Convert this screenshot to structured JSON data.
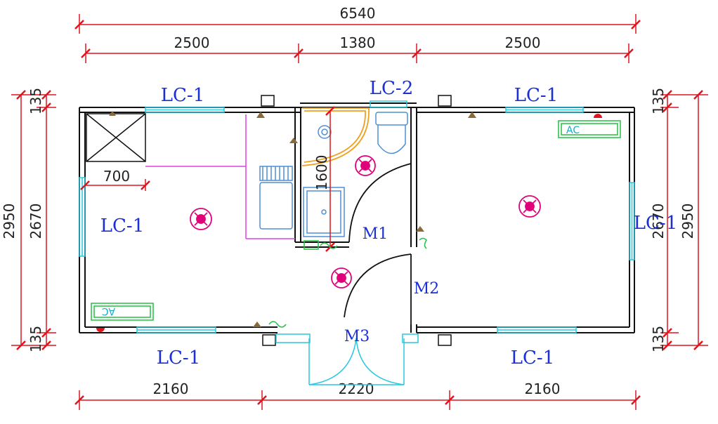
{
  "dimensions": {
    "top_total": "6540",
    "top_left": "2500",
    "top_mid": "1380",
    "top_right": "2500",
    "bottom_left": "2160",
    "bottom_mid": "2220",
    "bottom_right": "2160",
    "left_outer": "2950",
    "left_inner": "2670",
    "left_top": "135",
    "left_bottom": "135",
    "right_outer": "2950",
    "right_inner": "2670",
    "right_top": "135",
    "right_bottom": "135",
    "dim_700": "700",
    "dim_1600": "1600"
  },
  "labels": {
    "window_top_left": "LC-1",
    "window_top_mid": "LC-2",
    "window_top_right": "LC-1",
    "window_left": "LC-1",
    "window_right": "LC-1",
    "window_bottom_left": "LC-1",
    "window_bottom_right": "LC-1",
    "door_m1": "M1",
    "door_m2": "M2",
    "door_m3": "M3",
    "ac_left": "AC",
    "ac_right": "AC"
  },
  "colors": {
    "wall": "#111111",
    "dimension": "#e0141e",
    "label": "#1a2fd6",
    "window": "#28c8e0",
    "cabinet": "#e040e0",
    "bath": "#4d8fd6",
    "shower": "#f0a020",
    "light": "#e0007a",
    "ac": "#20c040"
  }
}
